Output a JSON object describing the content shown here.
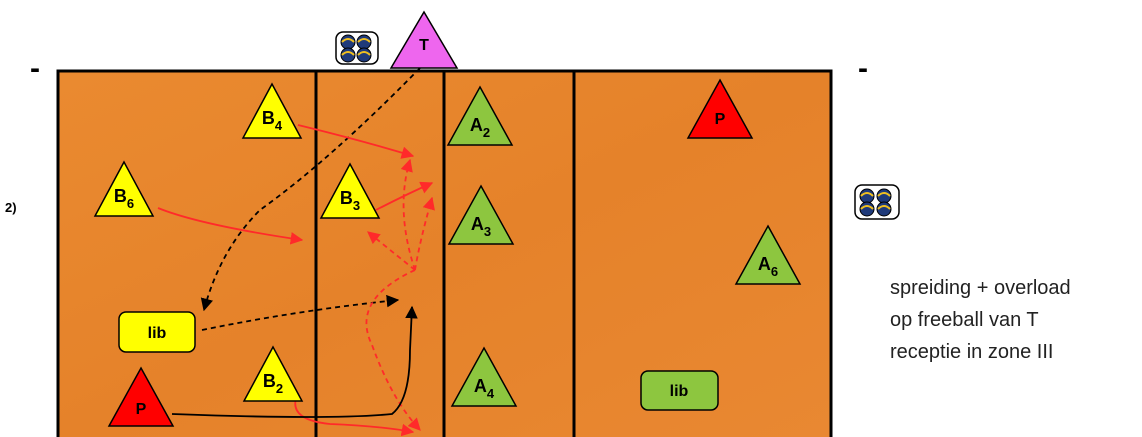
{
  "diagram_label": "2)",
  "caption": [
    "spreiding + overload",
    "op freeball van T",
    "receptie in zone III"
  ],
  "edge_marks": [
    "-",
    "-"
  ],
  "colors": {
    "court": "#e8862c",
    "yellow": "#ffff00",
    "green": "#8dc63f",
    "red": "#ff0000",
    "magenta": "#ee66ee",
    "arrow_red": "#ff2a2a",
    "arrow_black": "#000000"
  },
  "players": {
    "team_b": [
      {
        "id": "b4",
        "main": "B",
        "sub": "4"
      },
      {
        "id": "b6",
        "main": "B",
        "sub": "6"
      },
      {
        "id": "b3",
        "main": "B",
        "sub": "3"
      },
      {
        "id": "b2",
        "main": "B",
        "sub": "2"
      },
      {
        "id": "p-left",
        "main": "P",
        "sub": ""
      }
    ],
    "team_a": [
      {
        "id": "a2",
        "main": "A",
        "sub": "2"
      },
      {
        "id": "a3",
        "main": "A",
        "sub": "3"
      },
      {
        "id": "a4",
        "main": "A",
        "sub": "4"
      },
      {
        "id": "a6",
        "main": "A",
        "sub": "6"
      },
      {
        "id": "p-right",
        "main": "P",
        "sub": ""
      }
    ],
    "trainer": {
      "id": "t",
      "main": "T",
      "sub": ""
    }
  },
  "liberos": [
    {
      "id": "lib-left",
      "label": "lib"
    },
    {
      "id": "lib-right",
      "label": "lib"
    }
  ],
  "ball_icons": [
    "volleyball-basket-icon",
    "volleyball-basket-icon"
  ]
}
